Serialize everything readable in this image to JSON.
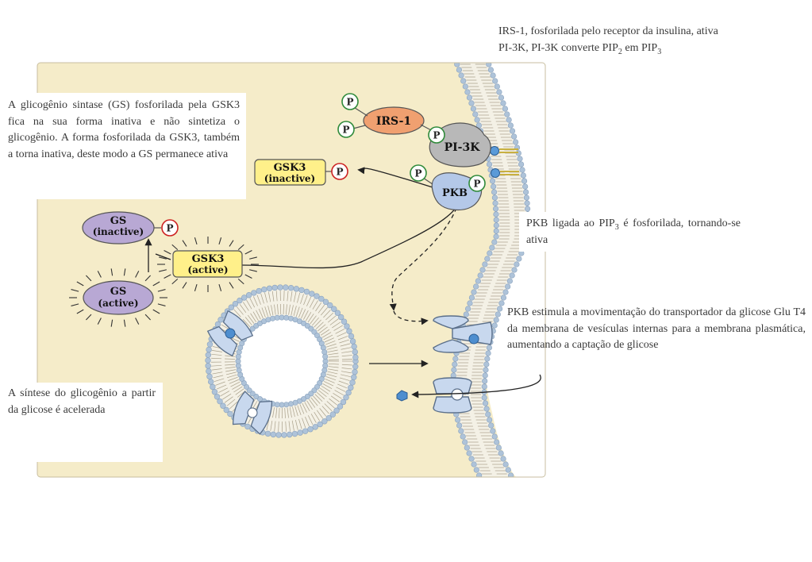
{
  "notes": {
    "irs1": {
      "line1": "IRS-1, fosforilada pelo receptor da insulina, ativa",
      "line2_pre": "PI-3K,  PI-3K converte PIP",
      "sub_a": "2",
      "mid": " em PIP",
      "sub_b": "3"
    },
    "gs": "A glicogênio sintase (GS) fosforilada pela GSK3 fica na sua forma inativa e não sintetiza o glicogênio. A forma fosforilada da GSK3, também a torna inativa, deste modo a GS permanece ativa",
    "pkb": {
      "pre": "PKB ligada ao PIP",
      "sub": "3",
      "post": " é fosforilada, tornando-se ativa"
    },
    "glut": "PKB estimula a movimentação do transportador da glicose Glu T4 da membrana de vesículas internas para a membrana plasmática, aumentando a captação de glicose",
    "synth": "A síntese do glicogênio a partir da glicose é acelerada"
  },
  "diagram": {
    "irs1": "IRS-1",
    "pi3k": "PI-3K",
    "pkb": "PKB",
    "phospho": "P",
    "gsk3_inactive": {
      "name": "GSK3",
      "state": "(inactive)"
    },
    "gsk3_active": {
      "name": "GSK3",
      "state": "(active)"
    },
    "gs_inactive": {
      "name": "GS",
      "state": "(inactive)"
    },
    "gs_active": {
      "name": "GS",
      "state": "(active)"
    }
  },
  "colors": {
    "cytoplasm": "#f5ecc9",
    "lipid_head": "#aec3d9",
    "irs1": "#f0a070",
    "pi3k": "#b8b8b8",
    "pkb": "#b4c8e8",
    "gsk3": "#fff08a",
    "gs": "#b8a8d4",
    "phospho_ring": "#2f8a3a",
    "phospho_ring_red": "#cc2222",
    "glut4": "#c8d8ee"
  }
}
